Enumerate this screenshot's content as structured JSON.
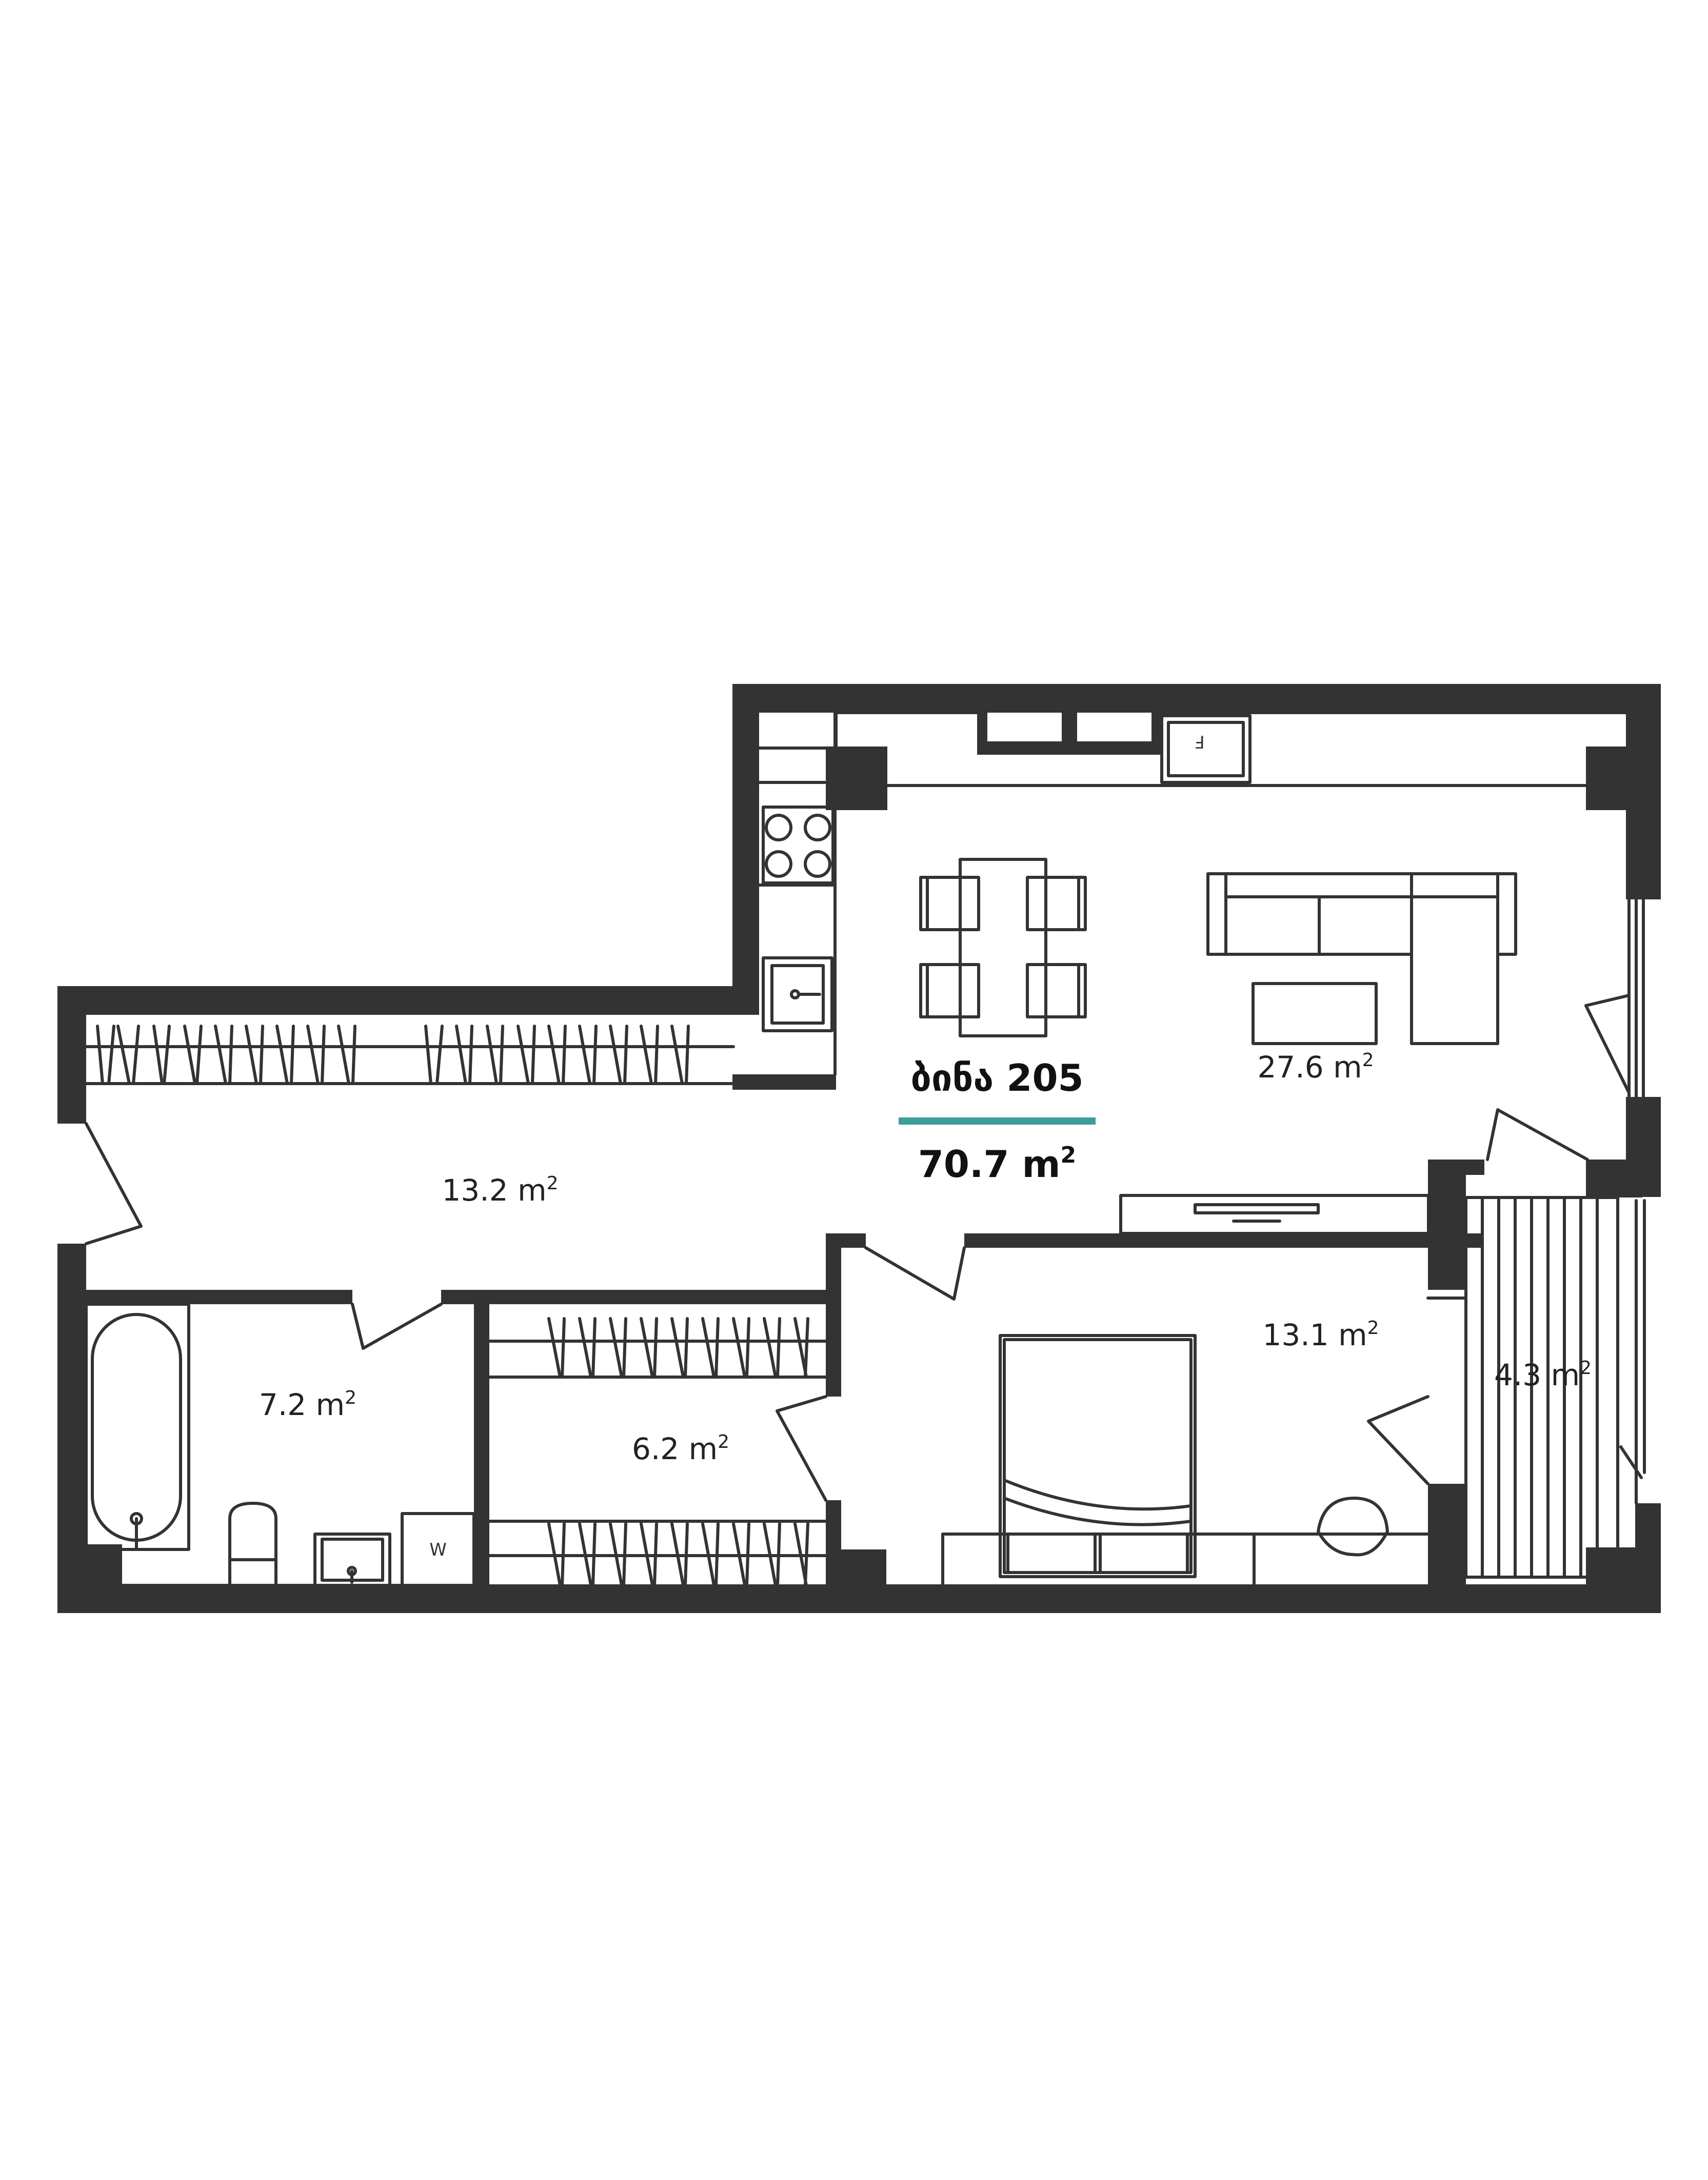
{
  "apartment": {
    "name": "ბინა 205",
    "total_area_value": "70.7 m",
    "area_unit_power": "2",
    "accent_color": "#3a9e9a"
  },
  "rooms": {
    "hall": {
      "area": "13.2 m",
      "power": "2"
    },
    "living": {
      "area": "27.6 m",
      "power": "2"
    },
    "bedroom": {
      "area": "13.1 m",
      "power": "2"
    },
    "balcony": {
      "area": "4.3 m",
      "power": "2"
    },
    "bathroom": {
      "area": "7.2 m",
      "power": "2"
    },
    "dressing": {
      "area": "6.2 m",
      "power": "2"
    }
  },
  "appliances": {
    "fridge_label": "F",
    "washer_label": "W"
  },
  "colors": {
    "wall": "#333333",
    "background": "#ffffff"
  }
}
